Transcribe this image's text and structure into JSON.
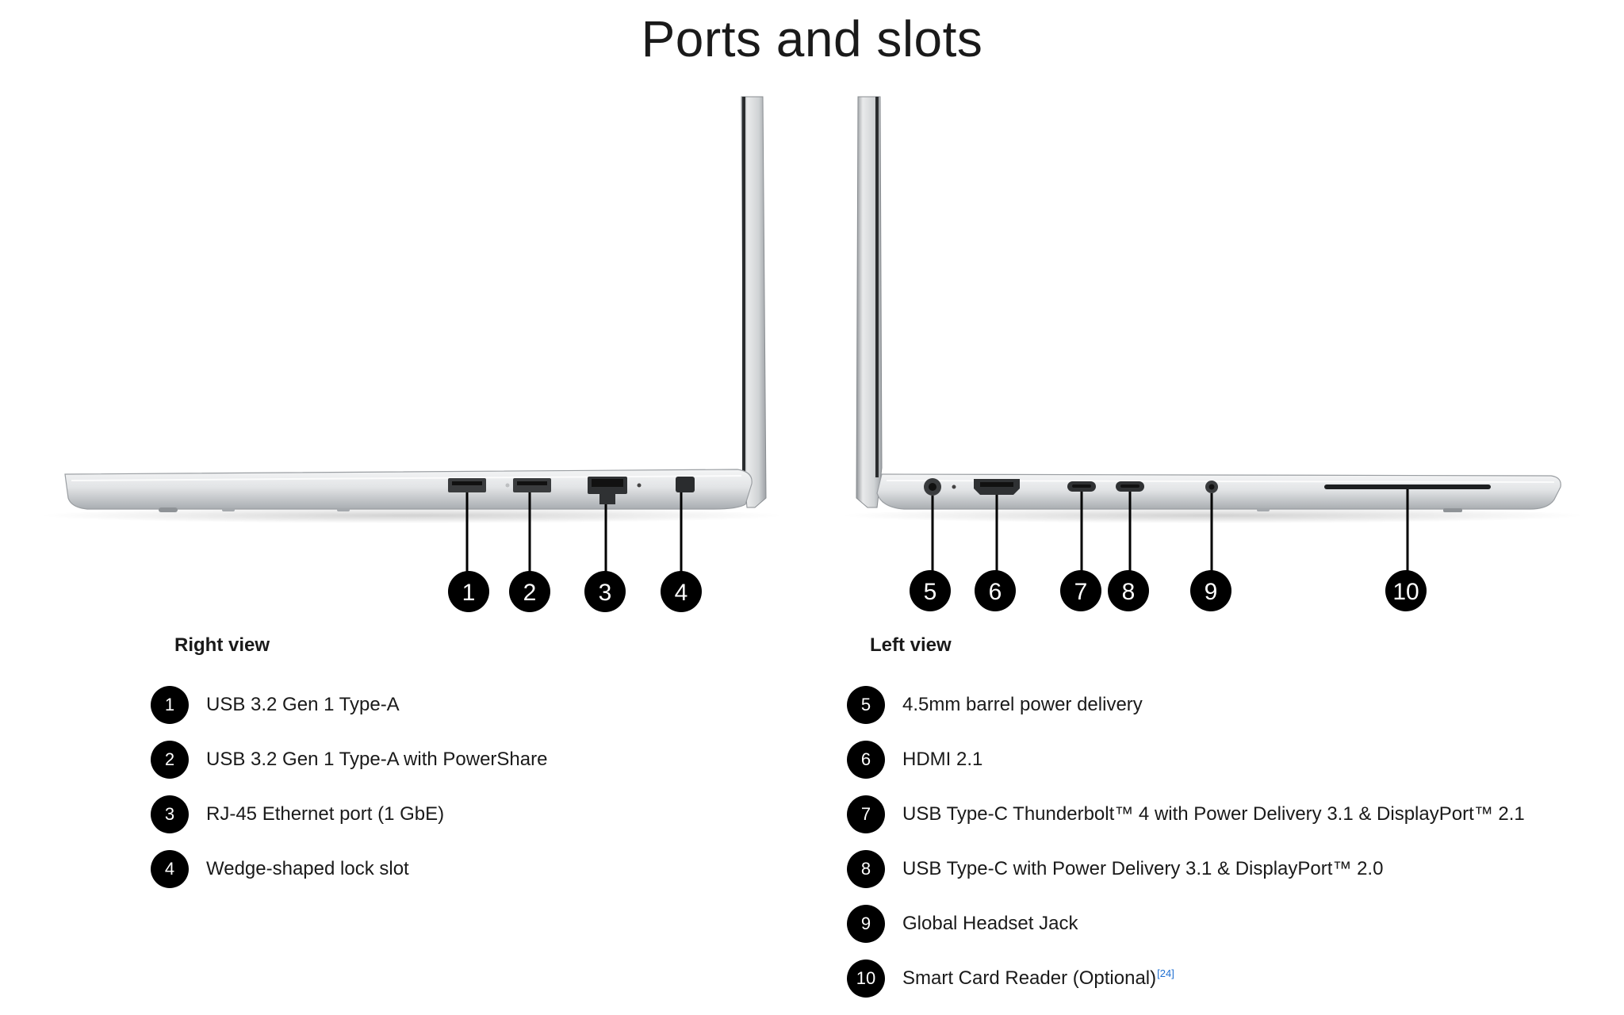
{
  "page": {
    "title": "Ports and slots"
  },
  "right_view": {
    "heading": "Right view",
    "items": [
      {
        "number": "1",
        "label": "USB 3.2 Gen 1 Type-A"
      },
      {
        "number": "2",
        "label": "USB 3.2 Gen 1 Type-A with PowerShare"
      },
      {
        "number": "3",
        "label": "RJ-45 Ethernet port (1 GbE)"
      },
      {
        "number": "4",
        "label": "Wedge-shaped lock slot"
      }
    ]
  },
  "left_view": {
    "heading": "Left view",
    "items": [
      {
        "number": "5",
        "label": "4.5mm barrel power delivery"
      },
      {
        "number": "6",
        "label": "HDMI 2.1"
      },
      {
        "number": "7",
        "label": "USB Type-C Thunderbolt™ 4 with Power Delivery 3.1 & DisplayPort™ 2.1"
      },
      {
        "number": "8",
        "label": "USB Type-C with Power Delivery 3.1 & DisplayPort™ 2.0"
      },
      {
        "number": "9",
        "label": "Global Headset Jack"
      },
      {
        "number": "10",
        "label": "Smart Card Reader (Optional)",
        "footnote": "[24]"
      }
    ]
  },
  "colors": {
    "chassis": "#d6d8da",
    "chassis_dark": "#9a9ea2",
    "badge": "#000000",
    "footnote": "#1f6fd1"
  }
}
